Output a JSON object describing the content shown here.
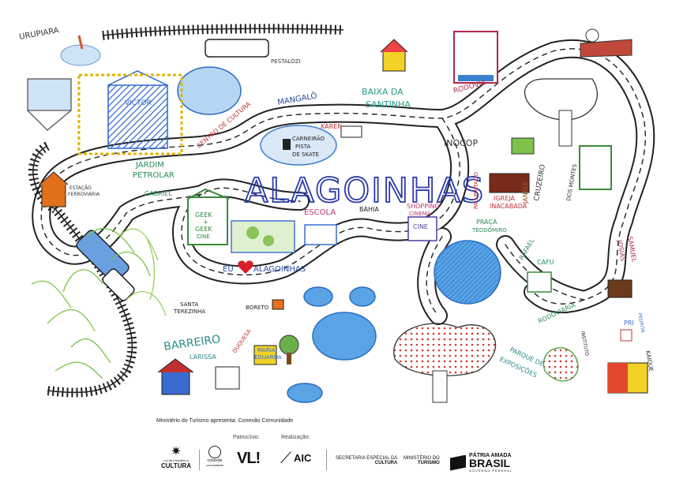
{
  "map": {
    "title": "ALAGOINHAS",
    "state": "BAHIA",
    "places": {
      "urupiara": "URUPIARA",
      "pestalozzi": "PESTALOZI",
      "victor": "VICTOR",
      "mangalo": "MANGALÔ",
      "baixa_da_santinha_1": "BAIXA DA",
      "baixa_da_santinha_2": "SANTINHA",
      "rodovia_top": "RODOVIA",
      "centro_de_cultura": "CENTRO DE CULTURA",
      "karen": "KAREN",
      "carneirao_1": "CARNEIRÃO",
      "carneirao_2": "PISTA",
      "carneirao_3": "DE SKATE",
      "inocop": "INOCOP",
      "jardim_petrolar_1": "JARDIM",
      "jardim_petrolar_2": "PETROLAR",
      "gabriel": "GABRIEL",
      "estacao_1": "ESTAÇÃO",
      "estacao_2": "FERROVIÁRIA",
      "geek_1": "GEEK",
      "geek_2": "+",
      "geek_3": "GEEK",
      "geek_4": "CINE",
      "escola": "ESCOLA",
      "shopping_1": "SHOPPING",
      "shopping_2": "CINEMA",
      "cine": "CINE",
      "pau_pintado": "PAU PINTADO",
      "igreja_1": "IGREJA",
      "igreja_2": "INACABADA",
      "praca_1": "PRAÇA",
      "praca_2": "TEODÓMIRO",
      "cruzeiro_1": "CRUZEIRO",
      "cruzeiro_2": "DOS MONTES",
      "janela": "JANELE",
      "eu": "EU",
      "alagoinhas_love": "ALAGOINHAS",
      "rafael": "RAFAEL",
      "cafu": "CAFU",
      "samuel": "SAMUEL",
      "josias": "JOSIAS",
      "santa_terezinha_1": "SANTA",
      "santa_terezinha_2": "TEREZINHA",
      "boreto": "BORETO",
      "rodoviaria": "RODOVIÁRIA",
      "pri": "PRI",
      "pedrita": "PEDRITA",
      "barreiro": "BARREIRO",
      "larissa": "LARISSA",
      "duquesa": "DUQUESA",
      "maria_eduarda_1": "MARIA",
      "maria_eduarda_2": "EDUARDA",
      "parque_1": "PARQUE DE",
      "parque_2": "EXPOSIÇÕES",
      "kaique": "KAIQUE",
      "instituto": "INSTITUTO"
    }
  },
  "footer": {
    "presents": "Ministério do Turismo apresenta: Conexão Comunidade",
    "sponsorship": "Patrocínio:",
    "realization": "Realização:",
    "logos": {
      "lei_incentivo_small": "Lei de Incentivo à",
      "lei_incentivo_big": "CULTURA",
      "conexao_1": "conexão",
      "conexao_2": "comunidade",
      "vli": "VL!",
      "aic": "AIC",
      "secretaria_1": "SECRETARIA ESPECIAL DA",
      "secretaria_2": "CULTURA",
      "ministerio_1": "MINISTÉRIO DO",
      "ministerio_2": "TURISMO",
      "patria_1": "PÁTRIA AMADA",
      "patria_2": "BRASIL",
      "patria_3": "GOVERNO FEDERAL"
    }
  }
}
